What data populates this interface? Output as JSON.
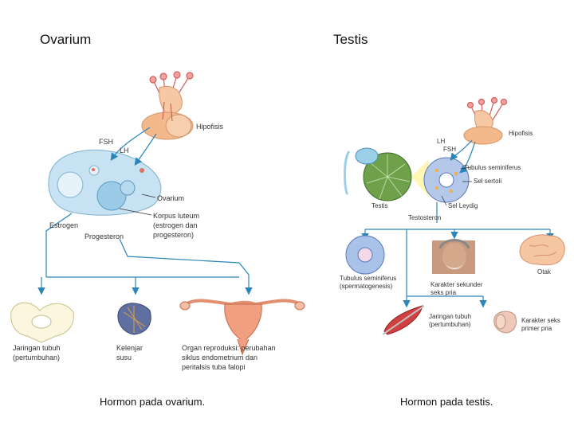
{
  "titles": {
    "left": "Ovarium",
    "right": "Testis"
  },
  "captions": {
    "left": "Hormon pada ovarium.",
    "right": "Hormon pada testis."
  },
  "ovary": {
    "hipofisis": "Hipofisis",
    "fsh": "FSH",
    "lh": "LH",
    "ovarium": "Ovarium",
    "korpus_1": "Korpus luteum",
    "korpus_2": "(estrogen dan",
    "korpus_3": "progesteron)",
    "estrogen": "Estrogen",
    "progesteron": "Progesteron",
    "jaringan_1": "Jaringan tubuh",
    "jaringan_2": "(pertumbuhan)",
    "kelenjar_1": "Kelenjar",
    "kelenjar_2": "susu",
    "organ_1": "Organ reproduksi: perubahan",
    "organ_2": "siklus endometrium dan",
    "organ_3": "peritalsis tuba falopi"
  },
  "testis": {
    "hipofisis": "Hipofisis",
    "lh": "LH",
    "fsh": "FSH",
    "tubulus_seminiferus": "Tubulus seminiferus",
    "sel_sertoli": "Sel sertoli",
    "testis": "Testis",
    "sel_leydig": "Sel Leydig",
    "testosteron": "Testosteron",
    "tubulus_1": "Tubulus seminiferus",
    "tubulus_2": "(spermatogenesis)",
    "karakter_1": "Karakter sekunder",
    "karakter_2": "seks pria",
    "otak": "Otak",
    "jaringan_1": "Jaringan tubuh",
    "jaringan_2": "(pertumbuhan)",
    "karakter_primer_1": "Karakter seks",
    "karakter_primer_2": "primer pria"
  },
  "colors": {
    "arrow": "#2a86b8",
    "gland": "#f3b98a",
    "ovary": "#c7e2f2",
    "testis": "#6fa04a",
    "organ": "#f0a080"
  }
}
